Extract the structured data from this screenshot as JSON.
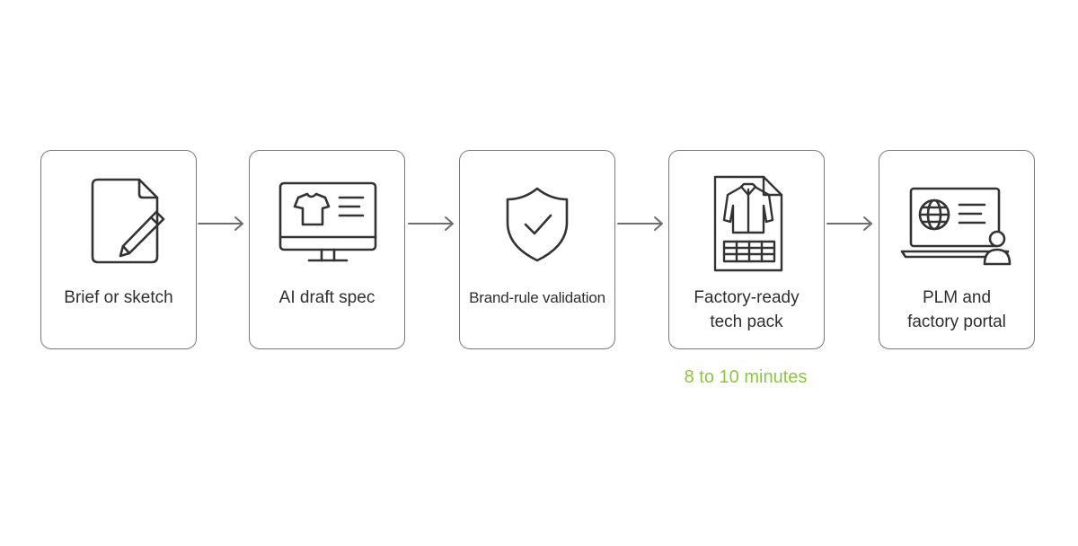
{
  "steps": [
    {
      "label": "Brief or sketch",
      "icon": "document-pencil-icon"
    },
    {
      "label": "AI draft spec",
      "icon": "monitor-tshirt-icon"
    },
    {
      "label": "Brand-rule validation",
      "icon": "shield-check-icon"
    },
    {
      "label": "Factory-ready\ntech pack",
      "icon": "tech-pack-shirt-icon"
    },
    {
      "label": "PLM and\nfactory portal",
      "icon": "laptop-globe-user-icon"
    }
  ],
  "duration_note": "8 to 10 minutes",
  "colors": {
    "stroke": "#333333",
    "box_border": "#7a7a7a",
    "arrow": "#6e6e6e",
    "note": "#8cc63f"
  }
}
